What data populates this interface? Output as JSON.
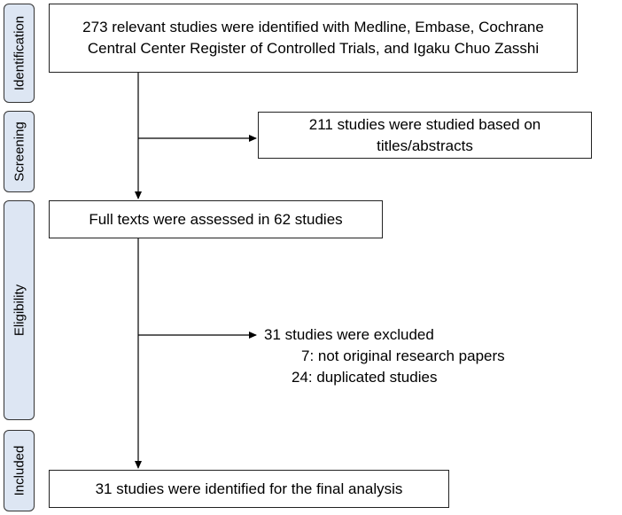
{
  "phases": {
    "identification": "Identification",
    "screening": "Screening",
    "eligibility": "Eligibility",
    "included": "Included"
  },
  "boxes": {
    "identified": "273 relevant studies were identified with Medline, Embase, Cochrane Central Center Register of Controlled Trials, and Igaku Chuo Zasshi",
    "screened": "211 studies were studied based on titles/abstracts",
    "full_text": "Full texts were assessed in 62 studies",
    "final": "31 studies were identified for the final analysis"
  },
  "excluded": {
    "title": "31 studies were excluded",
    "reasons": [
      "7: not original research papers",
      "24: duplicated studies"
    ]
  }
}
